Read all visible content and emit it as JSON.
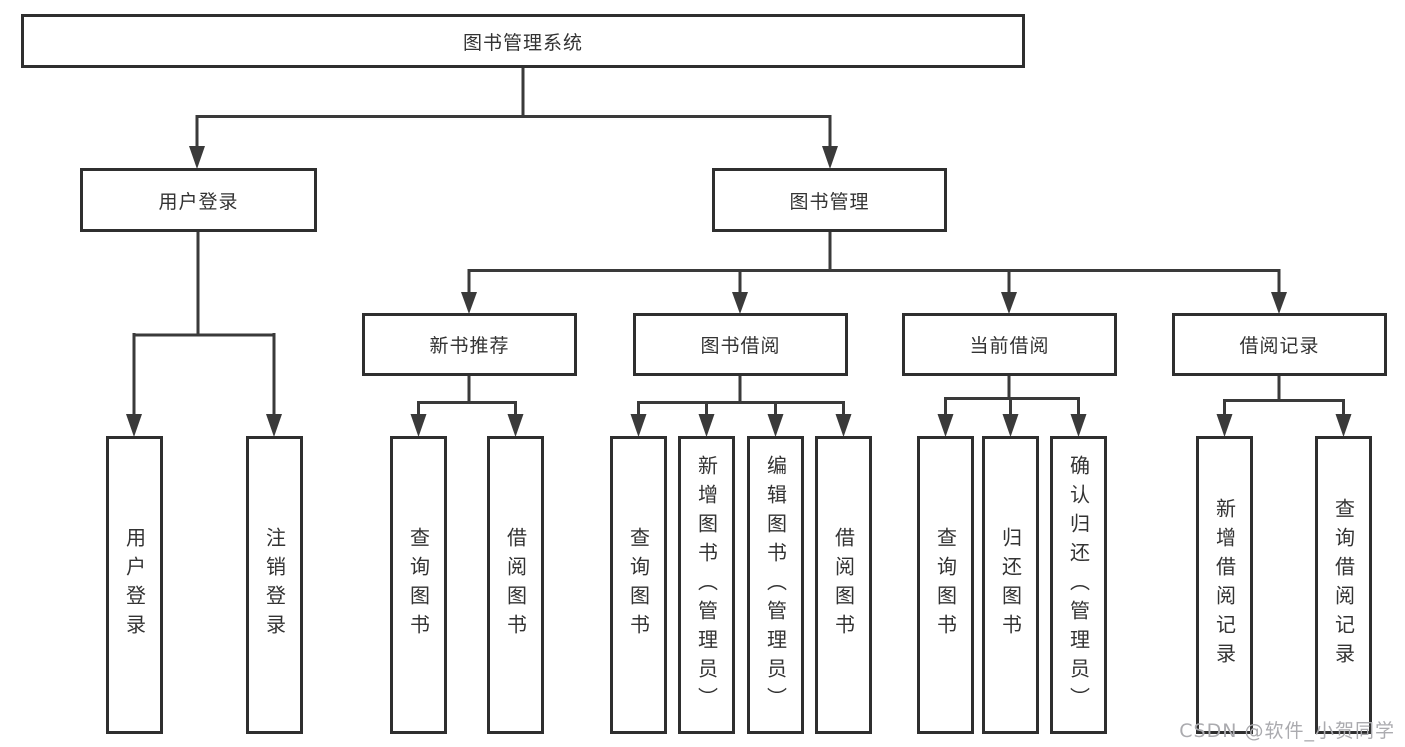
{
  "diagram": {
    "root": {
      "label": "图书管理系统"
    },
    "branches": [
      {
        "label": "用户登录",
        "children": [
          {
            "label": "用户登录"
          },
          {
            "label": "注销登录"
          }
        ]
      },
      {
        "label": "图书管理",
        "children": [
          {
            "label": "新书推荐",
            "children": [
              {
                "label": "查询图书"
              },
              {
                "label": "借阅图书"
              }
            ]
          },
          {
            "label": "图书借阅",
            "children": [
              {
                "label": "查询图书"
              },
              {
                "label": "新增图书（管理员）"
              },
              {
                "label": "编辑图书（管理员）"
              },
              {
                "label": "借阅图书"
              }
            ]
          },
          {
            "label": "当前借阅",
            "children": [
              {
                "label": "查询图书"
              },
              {
                "label": "归还图书"
              },
              {
                "label": "确认归还（管理员）"
              }
            ]
          },
          {
            "label": "借阅记录",
            "children": [
              {
                "label": "新增借阅记录"
              },
              {
                "label": "查询借阅记录"
              }
            ]
          }
        ]
      }
    ]
  },
  "watermark": {
    "text": "CSDN @软件_小贺同学"
  },
  "colors": {
    "line": "#3a3a3a",
    "border": "#2f2f2f",
    "text": "#333333",
    "background": "#ffffff",
    "watermark": "#ababaf"
  }
}
